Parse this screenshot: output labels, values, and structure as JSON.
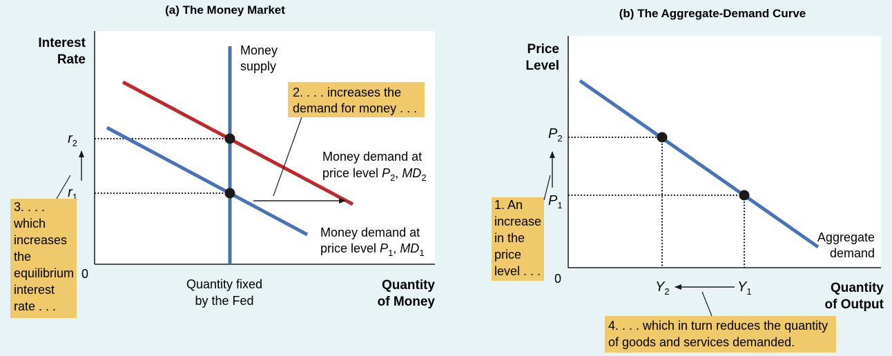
{
  "panel_a": {
    "title": "(a) The Money Market",
    "y_axis_label_1": "Interest",
    "y_axis_label_2": "Rate",
    "x_axis_label_1": "Quantity",
    "x_axis_label_2": "of Money",
    "origin": "0",
    "r2": "r",
    "r2_sub": "2",
    "r1": "r",
    "r1_sub": "1",
    "supply_label_1": "Money",
    "supply_label_2": "supply",
    "fixed_label_1": "Quantity fixed",
    "fixed_label_2": "by the Fed",
    "md2_label_1": "Money demand at",
    "md2_label_2_pre": "price level ",
    "md2_label_2_p": "P",
    "md2_label_2_psub": "2",
    "md2_label_2_sep": ", ",
    "md2_label_2_md": "MD",
    "md2_label_2_mdsub": "2",
    "md1_label_1": "Money demand at",
    "md1_label_2_pre": "price level ",
    "md1_label_2_p": "P",
    "md1_label_2_psub": "1",
    "md1_label_2_sep": ", ",
    "md1_label_2_md": "MD",
    "md1_label_2_mdsub": "1",
    "callout_2_line1": "2. . . . increases the",
    "callout_2_line2": "demand for money . . .",
    "callout_3_lines": [
      "3. . . .",
      "which",
      "increases",
      "the",
      "equilibrium",
      "interest",
      "rate . . ."
    ]
  },
  "panel_b": {
    "title": "(b) The Aggregate-Demand Curve",
    "y_axis_label_1": "Price",
    "y_axis_label_2": "Level",
    "x_axis_label_1": "Quantity",
    "x_axis_label_2": "of Output",
    "origin": "0",
    "p2": "P",
    "p2_sub": "2",
    "p1": "P",
    "p1_sub": "1",
    "y2": "Y",
    "y2_sub": "2",
    "y1": "Y",
    "y1_sub": "1",
    "ad_label_1": "Aggregate",
    "ad_label_2": "demand",
    "callout_1_lines": [
      "1. An",
      "increase",
      "in the",
      "price",
      "level . . ."
    ],
    "callout_4_line1": "4. . . . which in turn reduces the quantity",
    "callout_4_line2": "of goods and services demanded."
  },
  "colors": {
    "background": "#e8f3f6",
    "blue_curve": "#4a72b8",
    "red_curve": "#c0262d",
    "callout_fill": "#f0c96a",
    "axis": "#1a1a1a"
  }
}
